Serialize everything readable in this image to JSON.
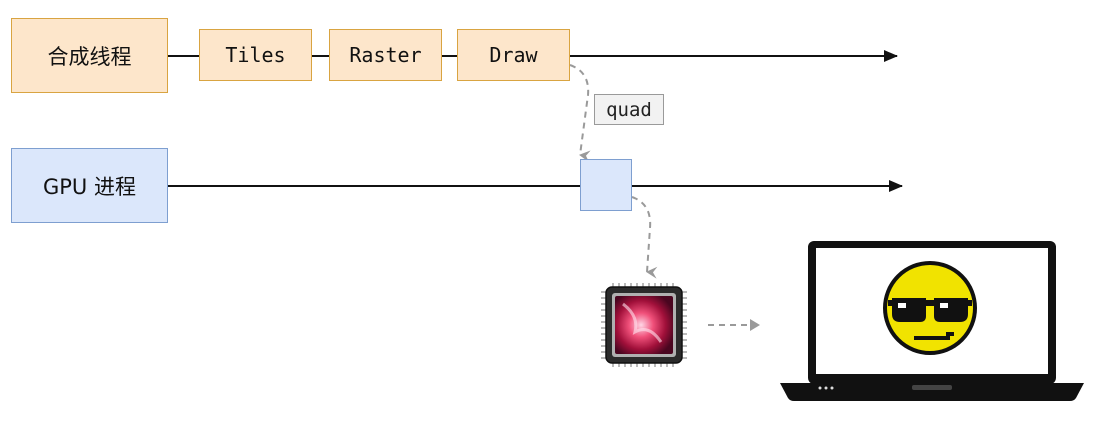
{
  "compositor": {
    "label": "合成线程",
    "steps": [
      "Tiles",
      "Raster",
      "Draw"
    ]
  },
  "gpu": {
    "label": "GPU 进程"
  },
  "message": {
    "label": "quad"
  },
  "colors": {
    "orange_fill": "#fde6cb",
    "orange_border": "#d9a441",
    "blue_fill": "#dbe7fb",
    "blue_border": "#7e9fd0",
    "dashed_arrow": "#9a9a9a",
    "timeline": "#111111",
    "face": "#f1e300"
  },
  "icons": [
    "gpu-chip-icon",
    "laptop-icon",
    "sunglasses-smiley-icon"
  ]
}
